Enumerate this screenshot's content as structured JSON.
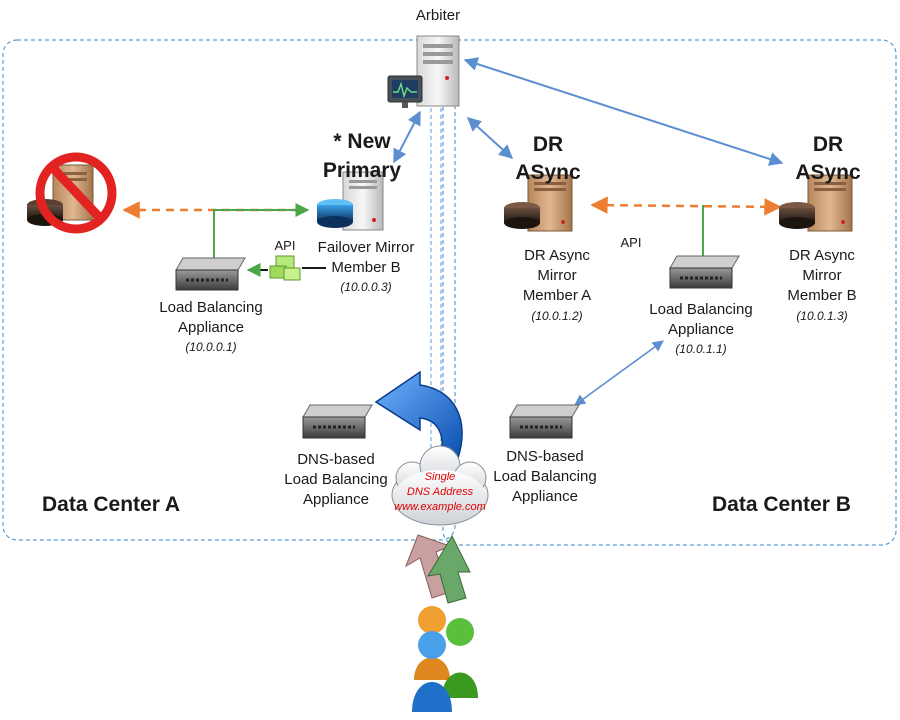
{
  "arbiter": {
    "label": "Arbiter"
  },
  "new_primary": {
    "title_line1": "* New",
    "title_line2": "Primary",
    "name_line1": "Failover Mirror",
    "name_line2": "Member B",
    "ip": "(10.0.0.3)"
  },
  "dr_async_a": {
    "title_line1": "DR",
    "title_line2": "ASync",
    "name_line1": "DR Async",
    "name_line2": "Mirror",
    "name_line3": "Member A",
    "ip": "(10.0.1.2)"
  },
  "dr_async_b": {
    "title_line1": "DR",
    "title_line2": "ASync",
    "name_line1": "DR Async",
    "name_line2": "Mirror",
    "name_line3": "Member B",
    "ip": "(10.0.1.3)"
  },
  "lb_a": {
    "name_line1": "Load Balancing",
    "name_line2": "Appliance",
    "ip": "(10.0.0.1)",
    "api_label": "API"
  },
  "lb_b": {
    "name_line1": "Load Balancing",
    "name_line2": "Appliance",
    "ip": "(10.0.1.1)",
    "api_label": "API"
  },
  "dns_lb_a": {
    "name_line1": "DNS-based",
    "name_line2": "Load Balancing",
    "name_line3": "Appliance"
  },
  "dns_lb_b": {
    "name_line1": "DNS-based",
    "name_line2": "Load Balancing",
    "name_line3": "Appliance"
  },
  "dns_cloud": {
    "line1": "Single",
    "line2": "DNS Address",
    "line3": "www.example.com"
  },
  "data_center_a": {
    "label": "Data Center A"
  },
  "data_center_b": {
    "label": "Data Center B"
  },
  "colors": {
    "dashed_border": "#5b9bd5",
    "blue_arrow": "#5b8fd0",
    "orange_arrow": "#ed7d31",
    "green_line": "#4aa84a",
    "failed_sign": "#e32222",
    "dns_text": "#e00000",
    "big_arrow": "#1f6fd6"
  }
}
